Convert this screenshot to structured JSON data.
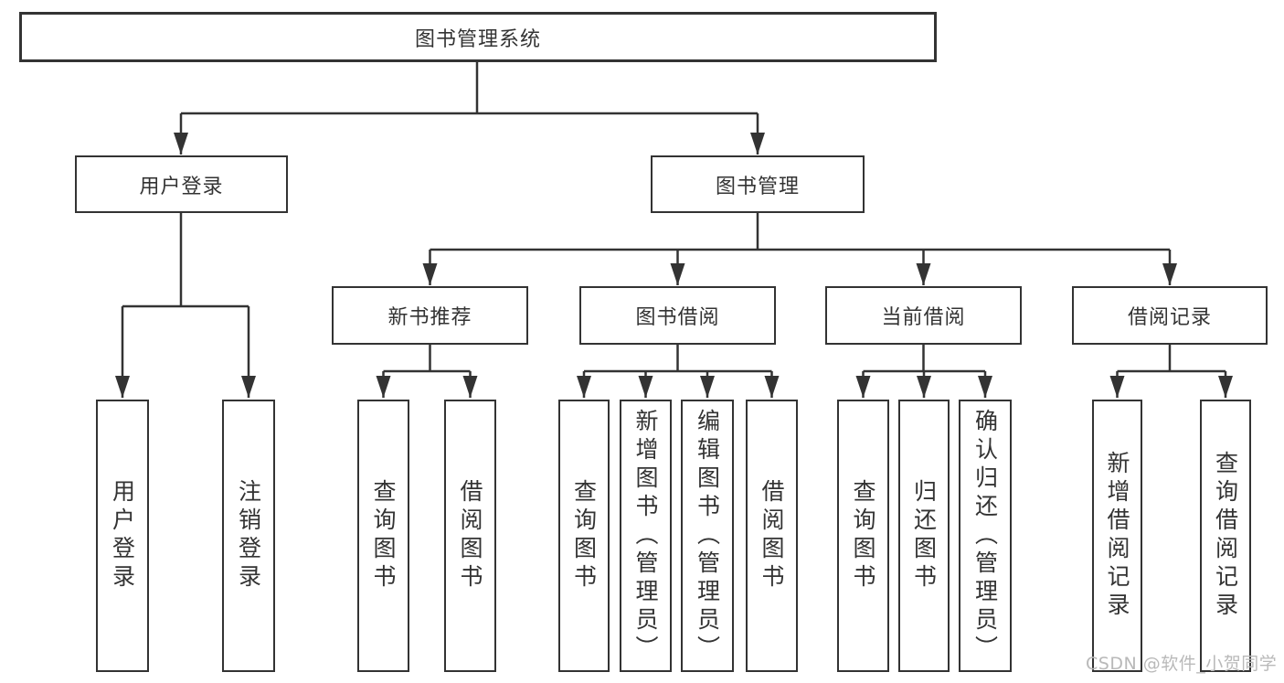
{
  "colors": {
    "line": "#333333",
    "box_border": "#333333",
    "text": "#333333",
    "watermark_text": "#b9b9b9",
    "background": "#ffffff"
  },
  "tree": {
    "root": {
      "label": "图书管理系统"
    },
    "branches": [
      {
        "label": "用户登录",
        "leaves": [
          "用户登录",
          "注销登录"
        ]
      },
      {
        "label": "图书管理",
        "groups": [
          {
            "label": "新书推荐",
            "leaves": [
              "查询图书",
              "借阅图书"
            ]
          },
          {
            "label": "图书借阅",
            "leaves": [
              "查询图书",
              "新增图书（管理员）",
              "编辑图书（管理员）",
              "借阅图书"
            ]
          },
          {
            "label": "当前借阅",
            "leaves": [
              "查询图书",
              "归还图书",
              "确认归还（管理员）"
            ]
          },
          {
            "label": "借阅记录",
            "leaves": [
              "新增借阅记录",
              "查询借阅记录"
            ]
          }
        ]
      }
    ]
  },
  "watermark": {
    "text": "CSDN @软件_小贺同学"
  }
}
